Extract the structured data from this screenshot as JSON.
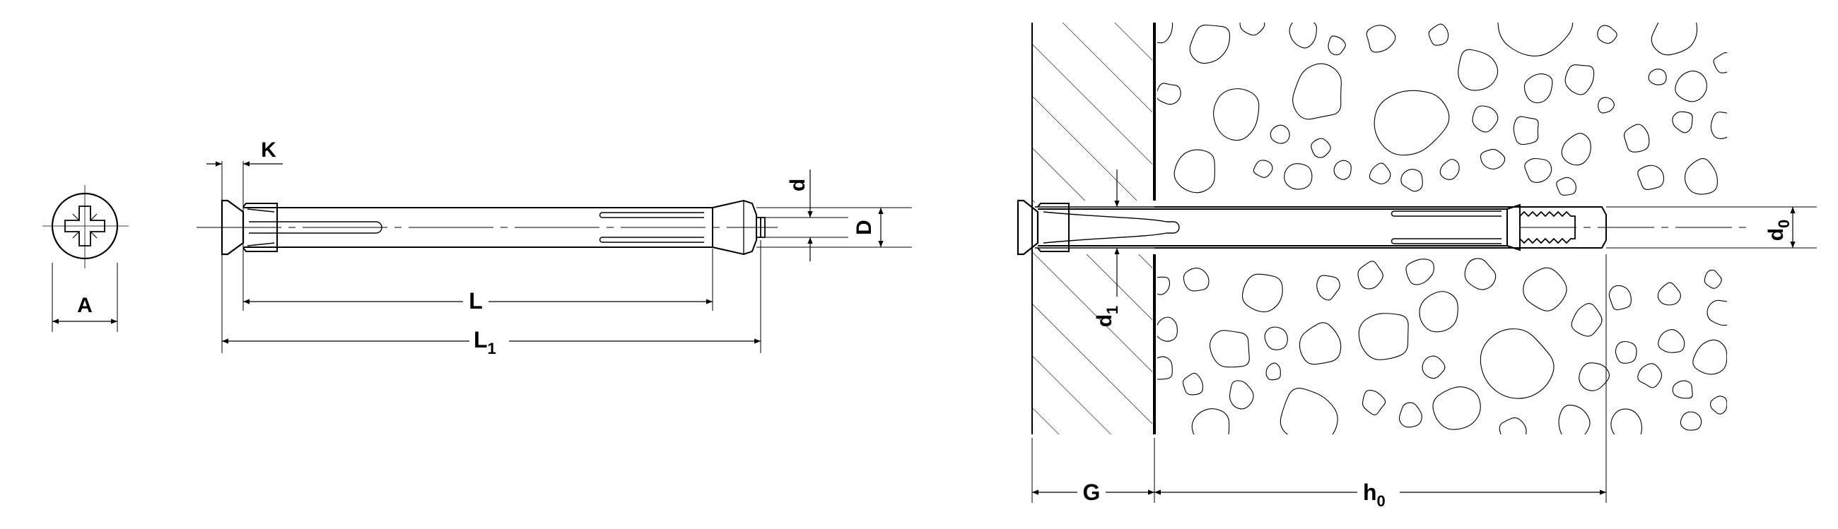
{
  "colors": {
    "ink": "#000000",
    "paper": "#ffffff"
  },
  "left_drawing": {
    "labels": {
      "A": "A",
      "K": "K",
      "d": "d",
      "D": "D",
      "L": "L",
      "L1_base": "L",
      "L1_sub": "1"
    }
  },
  "right_drawing": {
    "labels": {
      "d0_base": "d",
      "d0_sub": "0",
      "d1_base": "d",
      "d1_sub": "1",
      "G": "G",
      "h0_base": "h",
      "h0_sub": "0"
    }
  }
}
